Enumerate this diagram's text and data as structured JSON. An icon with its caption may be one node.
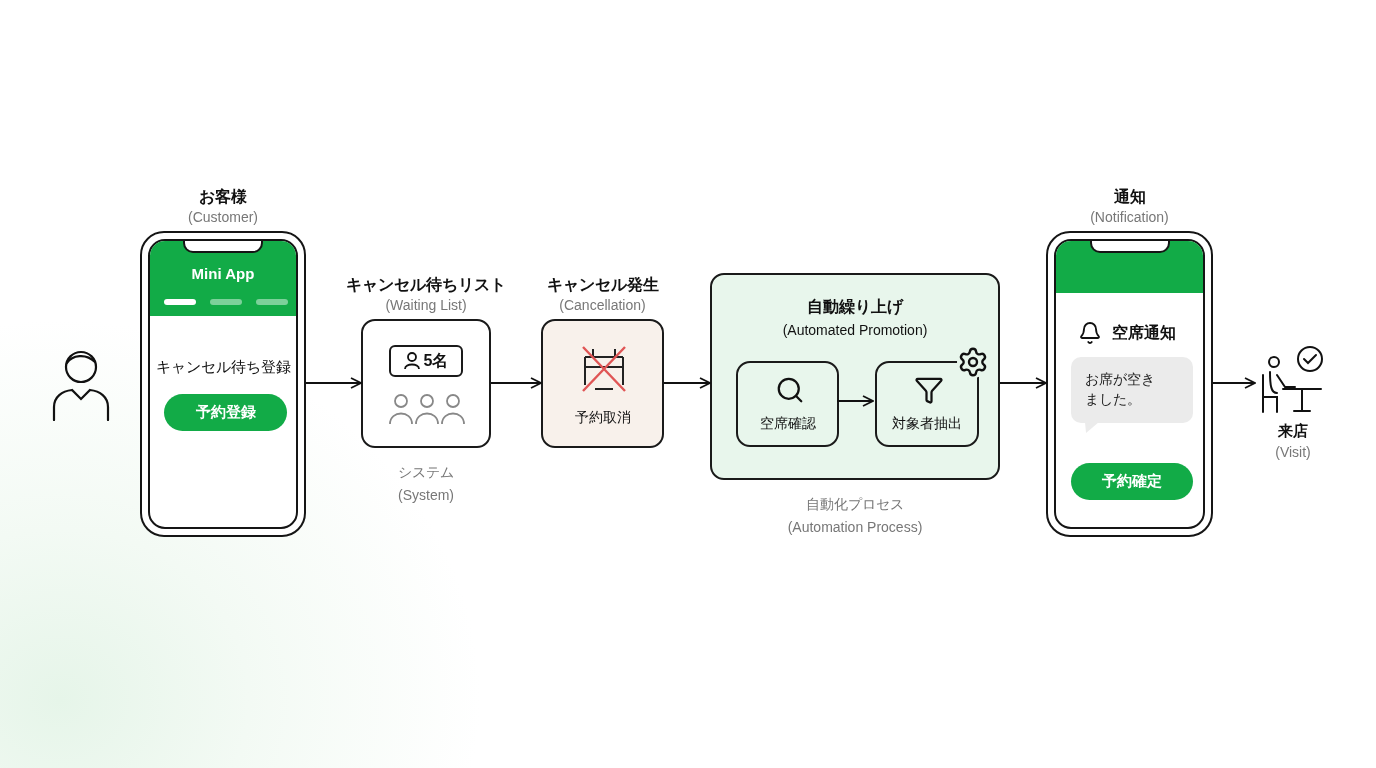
{
  "diagram": {
    "nodes": [
      {
        "text": [
          "お客様",
          "(Customer)",
          "Mini App",
          "キャンセル待ち登録"
        ]
      },
      {
        "text": [
          "予約登録"
        ],
        "in": 0
      },
      {
        "text": [
          "キャンセル待ちリスト",
          "(Waiting List)",
          "5名"
        ],
        "beside": [
          "システム",
          "(System)"
        ]
      },
      {
        "text": [
          "キャンセル発生",
          "(Cancellation)",
          "予約取消"
        ]
      },
      {
        "text": [
          "自動繰り上げ",
          "(Automated Promotion)"
        ],
        "beside": [
          "自動化プロセス",
          "(Automation Process)"
        ]
      },
      {
        "text": [
          "空席確認"
        ],
        "in": 4
      },
      {
        "text": [
          "対象者抽出"
        ],
        "in": 4
      },
      {
        "text": [
          "通知",
          "(Notification)",
          "空席通知"
        ]
      },
      {
        "text": [
          "お席が空きました。"
        ],
        "in": 7
      },
      {
        "text": [
          "予約確定"
        ],
        "in": 7
      },
      {
        "text": [
          "来店",
          "(Visit)"
        ]
      }
    ],
    "edges": [
      {
        "from": 0,
        "to": 2,
        "arrow": "to"
      },
      {
        "from": 2,
        "to": 3,
        "arrow": "to"
      },
      {
        "from": 3,
        "to": 4,
        "arrow": "to"
      },
      {
        "from": 5,
        "to": 6,
        "arrow": "to"
      },
      {
        "from": 4,
        "to": 7,
        "arrow": "to"
      },
      {
        "from": 7,
        "to": 10,
        "arrow": "to"
      }
    ]
  }
}
